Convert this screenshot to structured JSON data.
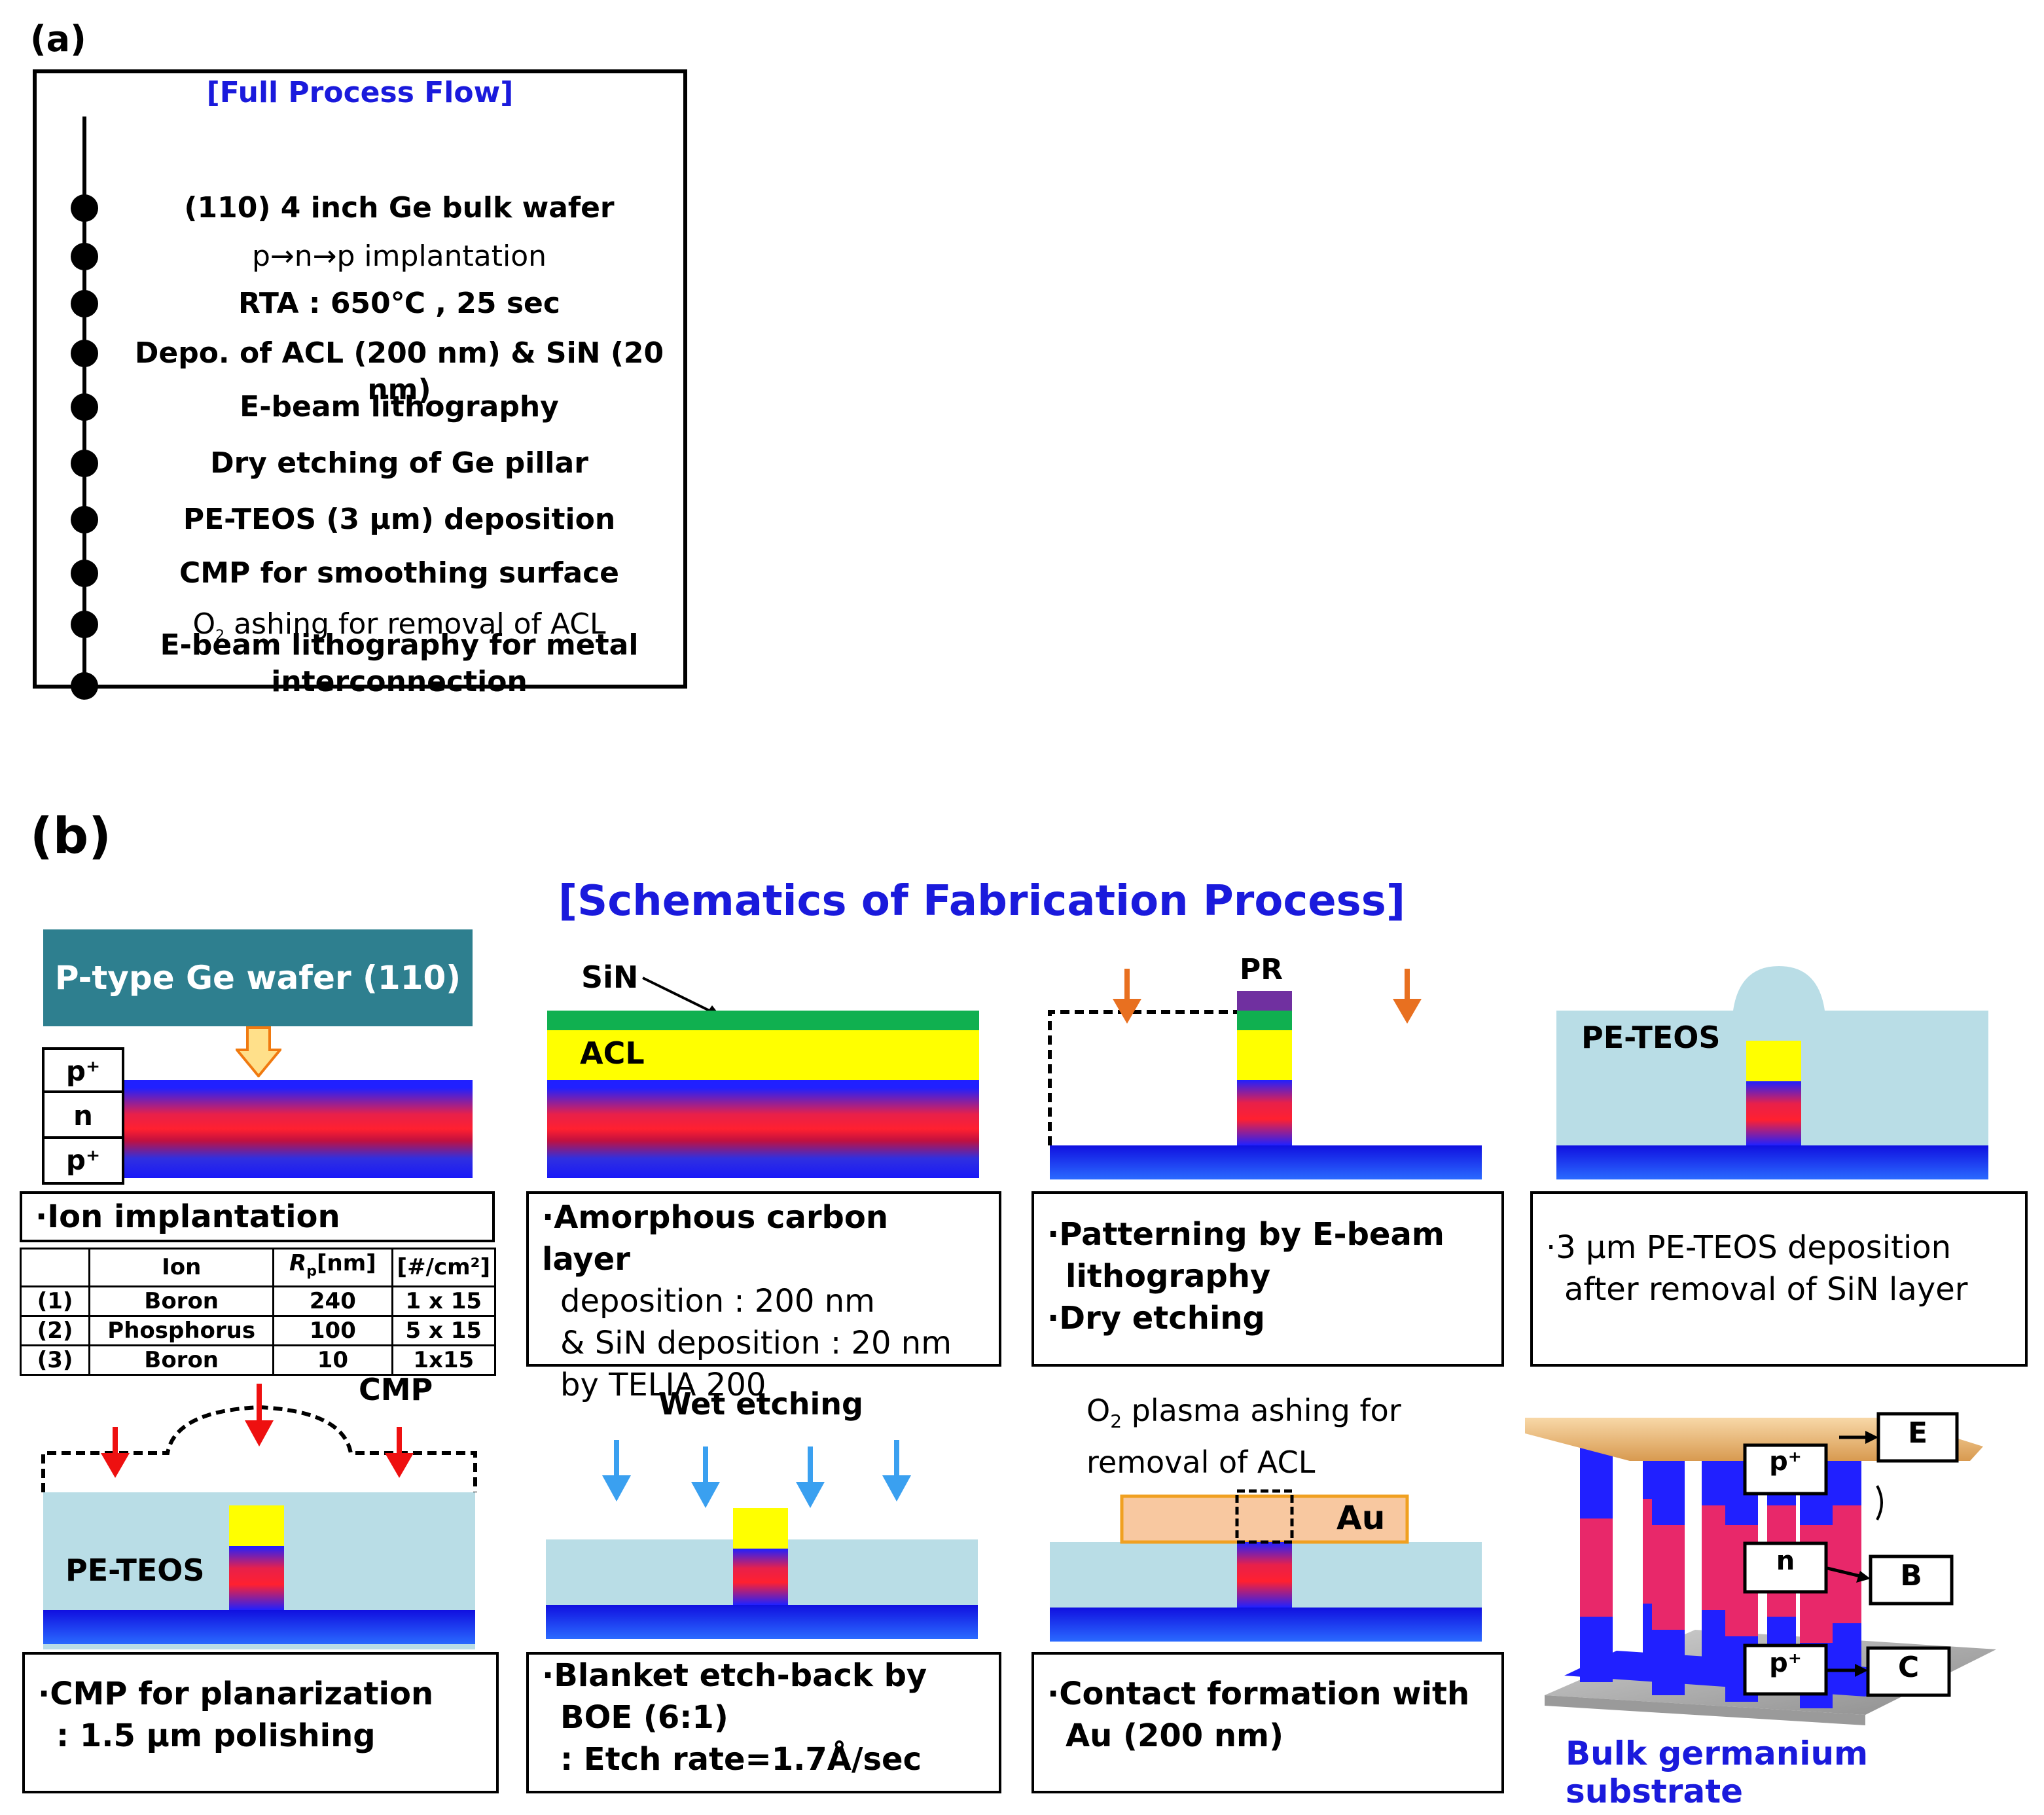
{
  "panel_a": {
    "label": "(a)",
    "title": "[Full Process Flow]",
    "steps": [
      "(110) 4 inch Ge bulk wafer",
      "p→n→p implantation",
      "RTA : 650℃ , 25 sec",
      "Depo. of ACL (200 nm) & SiN (20 nm)",
      "E-beam lithography",
      "Dry etching of Ge pillar",
      "PE-TEOS (3 μm) deposition",
      "CMP for smoothing surface",
      "ashing for removal of ACL",
      "E-beam lithography for metal",
      "interconnection"
    ],
    "o2_prefix": "O",
    "o2_sub": "2"
  },
  "panel_b": {
    "label": "(b)",
    "title": "[Schematics of Fabrication Process]",
    "wafer_label": "P-type Ge wafer (110)",
    "layer_labels": [
      "p⁺",
      "n",
      "p⁺"
    ],
    "sin_label": "SiN",
    "acl_label": "ACL",
    "pr_label": "PR",
    "teos_label": "PE-TEOS",
    "cmp_label": "CMP",
    "wet_label": "Wet etching",
    "ashing_line1": "plasma ashing for",
    "ashing_line2": "removal of ACL",
    "ashing_o": "O",
    "ashing_sub": "2",
    "au_label": "Au",
    "captions": {
      "c1": "·Ion implantation",
      "c2": [
        "·Amorphous carbon layer",
        "deposition : 200 nm",
        "& SiN deposition : 20 nm",
        "by TELIA 200"
      ],
      "c3": [
        "·Patterning by E-beam",
        "lithography",
        "·Dry etching"
      ],
      "c4": [
        "·3 μm PE-TEOS deposition",
        "after removal of SiN layer"
      ],
      "c5": [
        "·CMP for planarization",
        ": 1.5 μm polishing"
      ],
      "c6": [
        "·Blanket etch-back by",
        "BOE (6:1)",
        ": Etch rate=1.7Å/sec"
      ],
      "c7": [
        "·Contact formation with",
        "Au (200 nm)"
      ]
    },
    "ion_table": {
      "headers": [
        "",
        "Ion",
        "[nm]",
        "[#/cm²]"
      ],
      "rp_symbol": "R",
      "rp_sub": "p",
      "rows": [
        [
          "(1)",
          "Boron",
          "240",
          "1 x 15"
        ],
        [
          "(2)",
          "Phosphorus",
          "100",
          "5 x 15"
        ],
        [
          "(3)",
          "Boron",
          "10",
          "1x15"
        ]
      ]
    },
    "device_labels": {
      "p_top": "p⁺",
      "n_mid": "n",
      "p_bot": "p⁺",
      "E": "E",
      "B": "B",
      "C": "C",
      "substrate": "Bulk germanium substrate"
    },
    "colors": {
      "title_blue": "#1a1adc",
      "wafer_teal": "#2e7f8f",
      "sin_green": "#10b050",
      "acl_yellow": "#ffff00",
      "pr_purple": "#7030a0",
      "teos_light": "#b9dde6",
      "arrow_orange": "#e87020",
      "arrow_red": "#ee1010",
      "arrow_blue": "#3aa0f0",
      "au_peach": "#f8c8a0"
    }
  }
}
